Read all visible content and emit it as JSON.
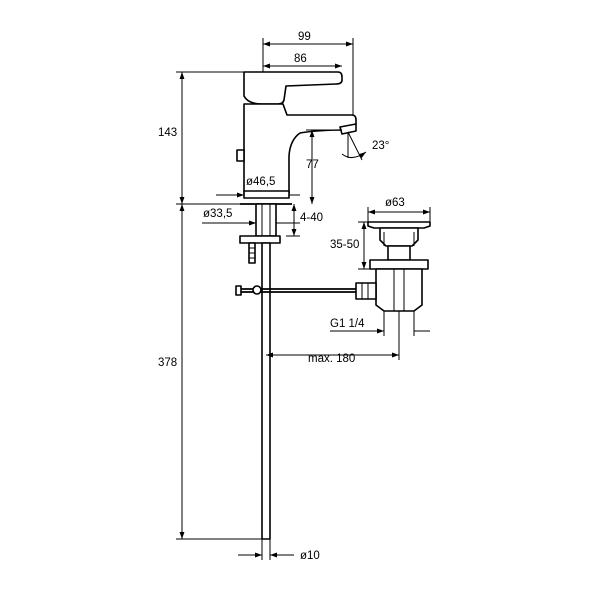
{
  "dimensions": {
    "width_overall": "99",
    "width_spout": "86",
    "height_body": "143",
    "height_spout": "77",
    "spout_angle": "23°",
    "body_diameter": "ø46,5",
    "shank_diameter": "ø33,5",
    "deck_thickness": "4-40",
    "waste_diameter": "ø63",
    "waste_height": "35-50",
    "waste_thread": "G1 1/4",
    "rod_reach": "max. 180",
    "total_length": "378",
    "hose_diameter": "ø10"
  }
}
